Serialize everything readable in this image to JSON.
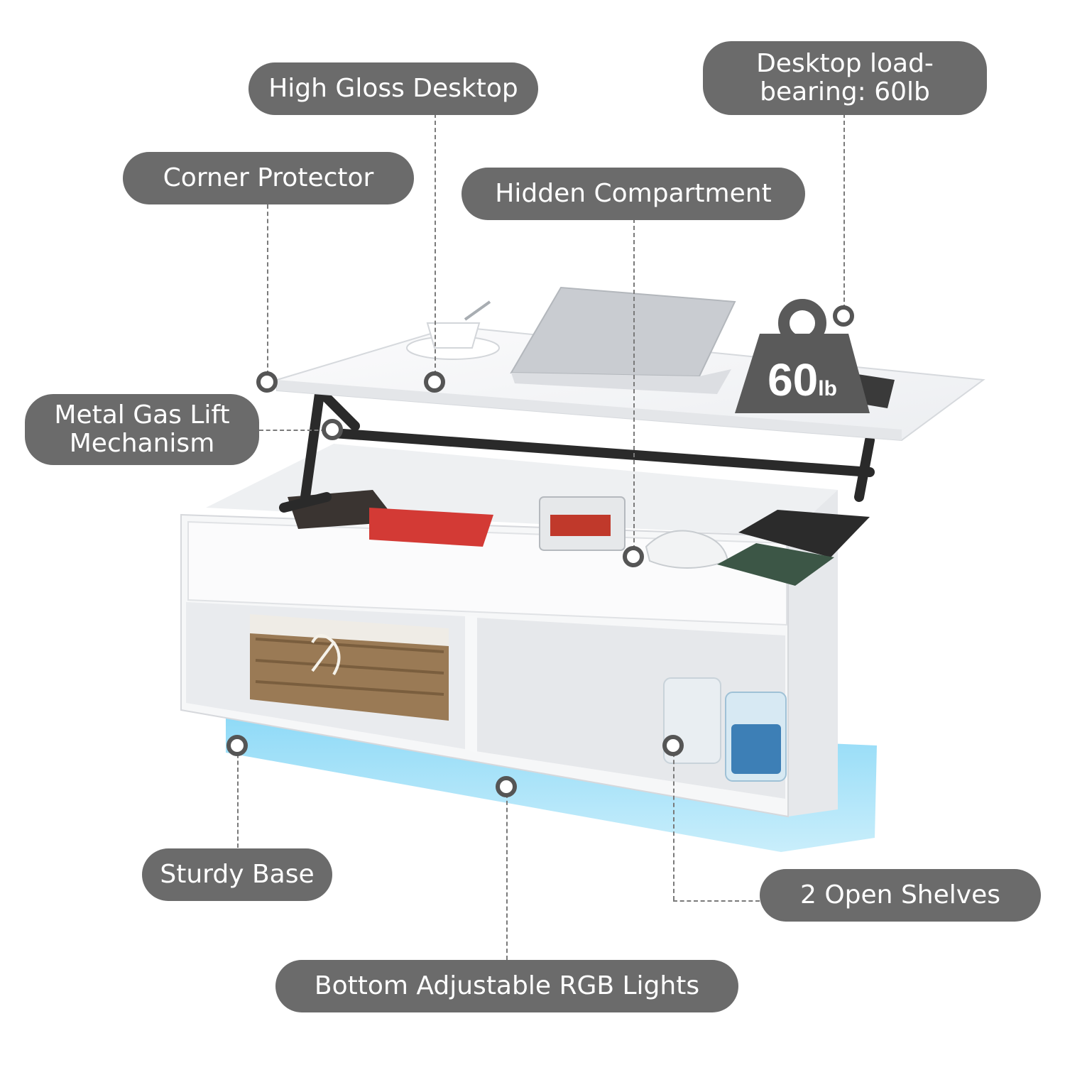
{
  "labels": {
    "high_gloss_desktop": "High Gloss Desktop",
    "desktop_load_bearing": "Desktop load-bearing: 60lb",
    "corner_protector": "Corner Protector",
    "hidden_compartment": "Hidden Compartment",
    "metal_gas_lift": "Metal Gas Lift Mechanism",
    "sturdy_base": "Sturdy Base",
    "open_shelves": "2 Open Shelves",
    "rgb_lights": "Bottom Adjustable RGB Lights"
  },
  "weight_badge": {
    "value": "60",
    "unit": "lb"
  },
  "colors": {
    "pill": "#6b6b6b",
    "led": "#7fd4f5",
    "table": "#f4f5f7"
  }
}
